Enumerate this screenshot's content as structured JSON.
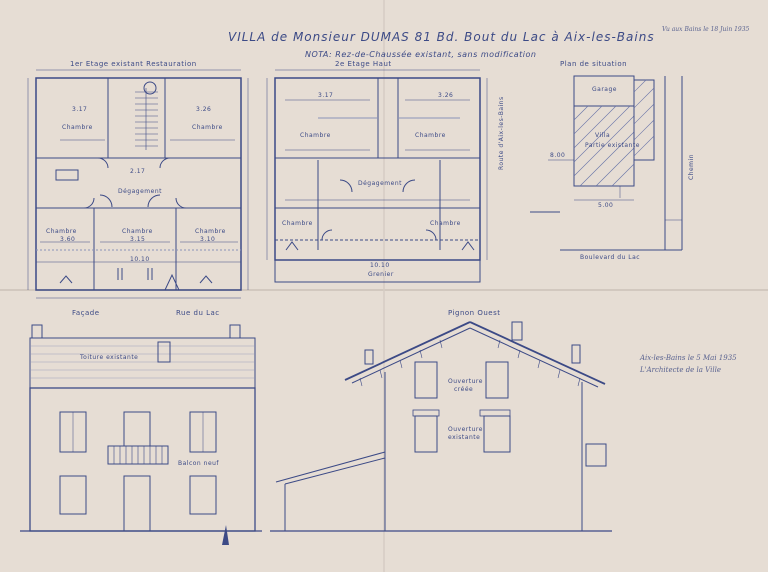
{
  "header": {
    "title": "VILLA de Monsieur DUMAS 81 Bd. Bout du Lac à Aix-les-Bains",
    "nota": "NOTA: Rez-de-Chaussée existant, sans modification",
    "top_right_note": "Vu aux Bains le 18 Juin 1935"
  },
  "plans": {
    "plan1_title": "1er Etage existant Restauration",
    "plan2_title": "2e Etage Haut",
    "plan3_title": "Plan de situation"
  },
  "rooms_plan1": {
    "chambre_top_left": "Chambre",
    "chambre_top_right": "Chambre",
    "degagement": "Dégagement",
    "chambre_bottom_left": "Chambre",
    "chambre_bottom_mid": "Chambre",
    "chambre_bottom_right": "Chambre",
    "dim_top_left": "3.17",
    "dim_top_right": "3.26",
    "dim_mid": "2.17",
    "dim_bottom_left": "3.60",
    "dim_bottom_mid": "3.15",
    "dim_bottom_right": "3.10",
    "dim_total": "10.10"
  },
  "rooms_plan2": {
    "dim_top_left": "3.17",
    "dim_top_right": "3.26",
    "chambre_top_left": "Chambre",
    "chambre_top_right": "Chambre",
    "degagement": "Dégagement",
    "chambre_bottom_left": "Chambre",
    "chambre_bottom_right": "Chambre",
    "grenier": "Grenier",
    "grenier_dim": "10.10"
  },
  "situation": {
    "garage": "Garage",
    "villa": "Villa",
    "villa_sub": "Partie existante",
    "route": "Route d'Aix-les-Bains",
    "boulevard": "Boulevard du Lac",
    "chemin": "Chemin",
    "dim1": "8.00",
    "dim2": "5.00"
  },
  "elevations": {
    "facade": "Façade",
    "facade_side": "Rue du Lac",
    "pignon": "Pignon Ouest",
    "toiture_existante": "Toiture existante",
    "balcon_neuf": "Balcon neuf",
    "ouverture1_line1": "Ouverture",
    "ouverture1_line2": "créée",
    "ouverture2_line1": "Ouverture",
    "ouverture2_line2": "existante"
  },
  "signature": {
    "line1": "Aix-les-Bains le 5 Mai 1935",
    "line2": "L'Architecte de la Ville"
  },
  "colors": {
    "paper": "#e6ddd4",
    "ink": "#3c4a86",
    "light_ink": "#8a92b8"
  }
}
